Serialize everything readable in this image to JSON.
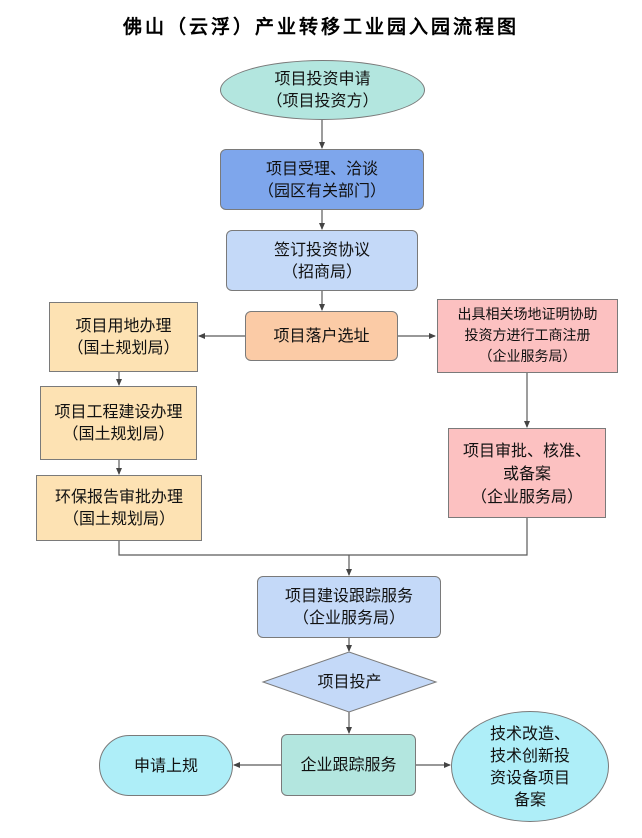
{
  "title": "佛山（云浮）产业转移工业园入园流程图",
  "colors": {
    "teal": "#b3e6df",
    "blue_dark": "#7ea6ec",
    "blue_light": "#c4d9f8",
    "orange": "#fbcba6",
    "yellow": "#fde2b3",
    "pink": "#fcc1c1",
    "cyan": "#aeeef8",
    "line": "#5b5b5b"
  },
  "nodes": {
    "apply": {
      "line1": "项目投资申请",
      "line2": "（项目投资方）"
    },
    "accept": {
      "line1": "项目受理、洽谈",
      "line2": "（园区有关部门）"
    },
    "sign": {
      "line1": "签订投资协议",
      "line2": "（招商局）"
    },
    "site": {
      "line1": "项目落户选址"
    },
    "land": {
      "line1": "项目用地办理",
      "line2": "（国土规划局）"
    },
    "construction": {
      "line1": "项目工程建设办理",
      "line2": "（国土规划局）"
    },
    "env": {
      "line1": "环保报告审批办理",
      "line2": "（国土规划局）"
    },
    "certify": {
      "line1": "出具相关场地证明协助",
      "line2": "投资方进行工商注册",
      "line3": "（企业服务局）"
    },
    "approval": {
      "line1": "项目审批、核准、",
      "line2": "或备案",
      "line3": "（企业服务局）"
    },
    "tracking": {
      "line1": "项目建设跟踪服务",
      "line2": "（企业服务局）"
    },
    "production": {
      "line1": "项目投产"
    },
    "enterprise": {
      "line1": "企业跟踪服务"
    },
    "report": {
      "line1": "申请上规"
    },
    "tech": {
      "line1": "技术改造、",
      "line2": "技术创新投",
      "line3": "资设备项目",
      "line4": "备案"
    }
  }
}
